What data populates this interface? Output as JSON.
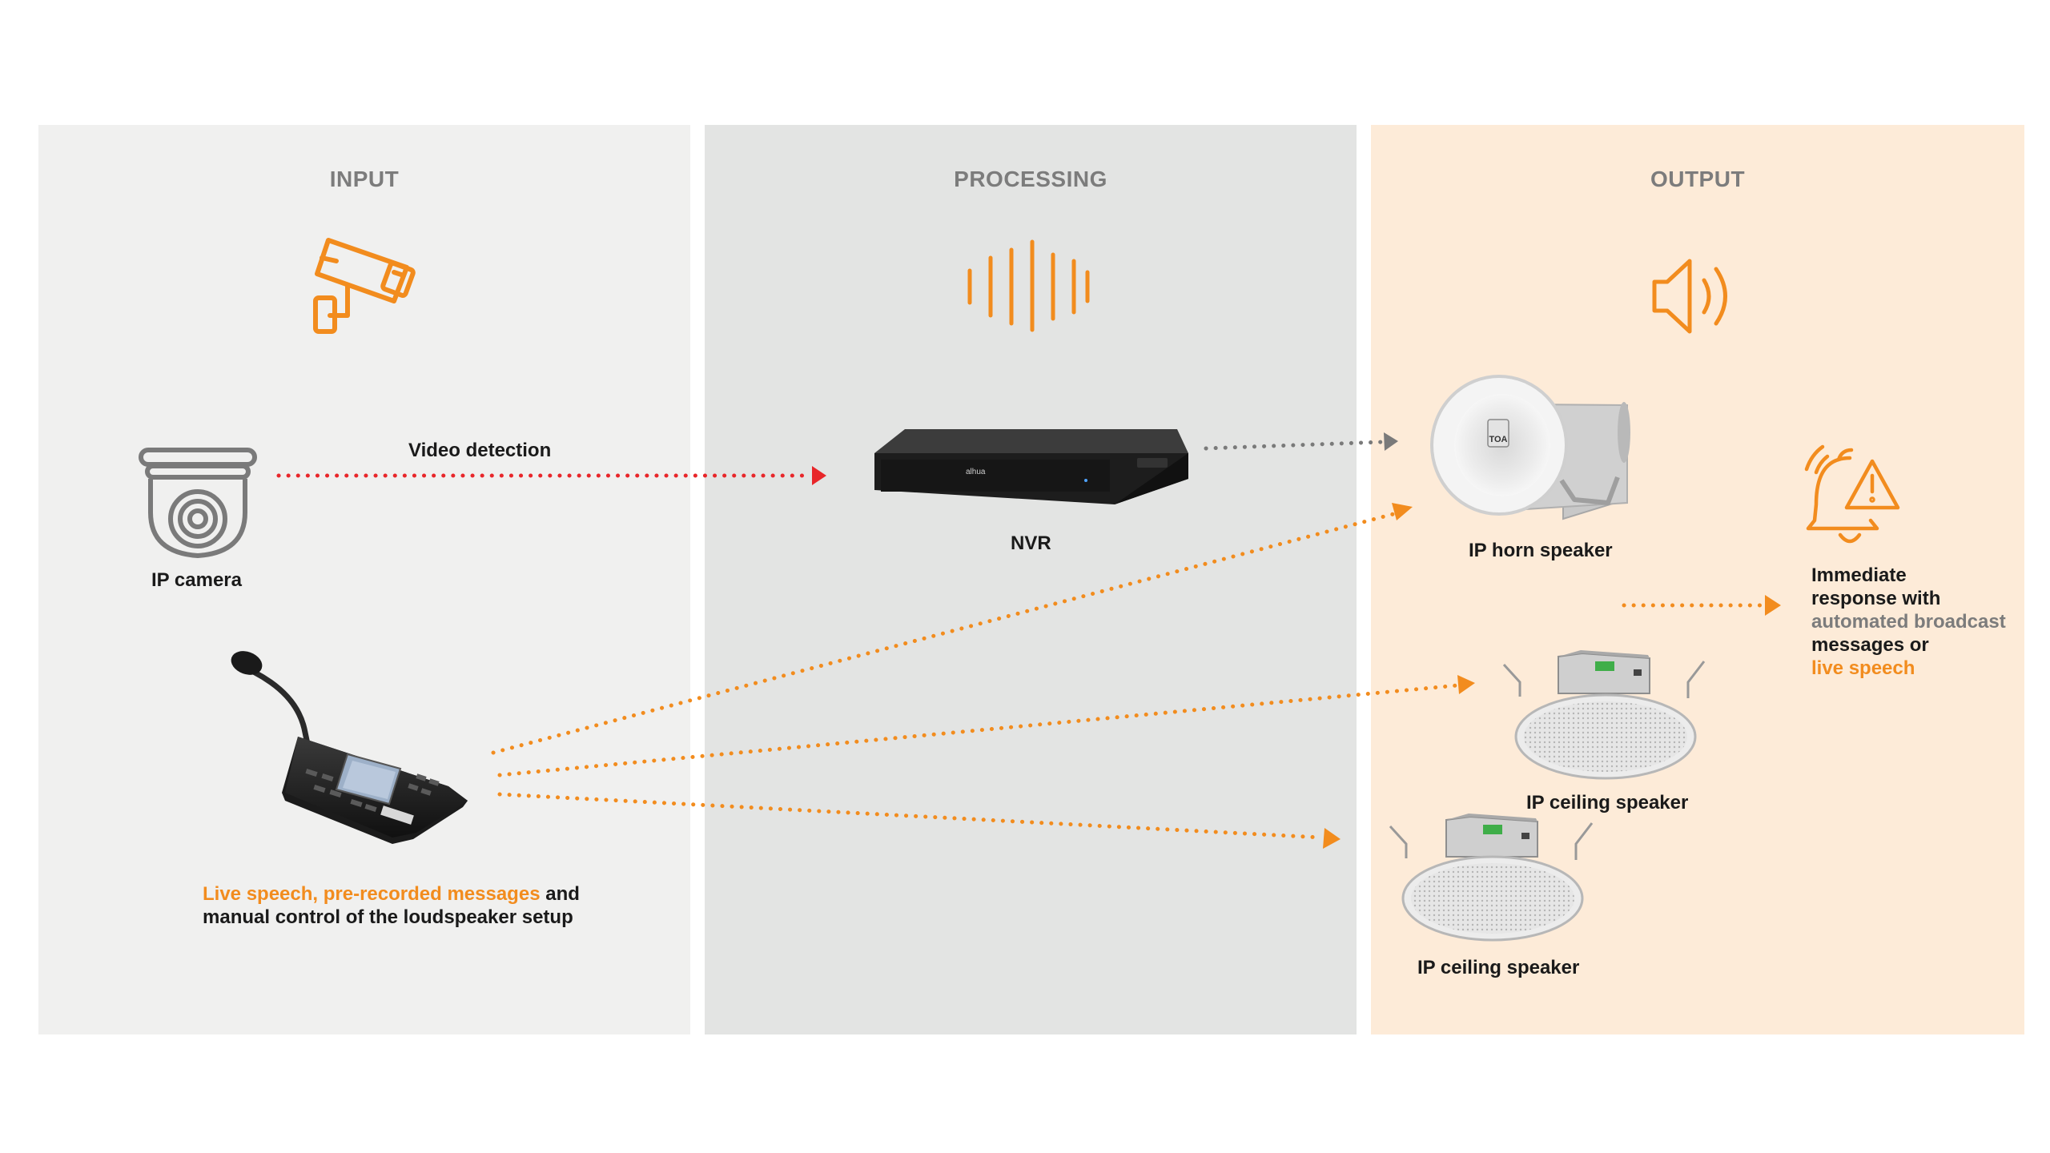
{
  "panels": {
    "input": {
      "title": "INPUT"
    },
    "processing": {
      "title": "PROCESSING"
    },
    "output": {
      "title": "OUTPUT"
    }
  },
  "labels": {
    "video_detection": "Video detection",
    "ip_camera": "IP camera",
    "nvr": "NVR",
    "ip_horn_speaker": "IP horn speaker",
    "ip_ceiling_speaker_1": "IP ceiling speaker",
    "ip_ceiling_speaker_2": "IP ceiling speaker",
    "console_caption": {
      "highlight": "Live speech, pre-recorded messages",
      "rest_line1": " and",
      "line2": "manual control of the loudspeaker setup"
    },
    "response": {
      "line1": "Immediate",
      "line2": "response with",
      "line3": "automated broadcast",
      "line4": "messages or",
      "line5": "live speech"
    },
    "nvr_brand": "alhua",
    "horn_brand": "TOA"
  },
  "colors": {
    "orange": "#f28c1e",
    "red": "#e8262a",
    "gray_text": "#7c7c7c",
    "icon_gray": "#7a7a7a"
  },
  "icons": {
    "input": "security-camera-icon",
    "processing": "sound-wave-icon",
    "output": "speaker-volume-icon",
    "alert": "alarm-bell-warning-icon"
  }
}
